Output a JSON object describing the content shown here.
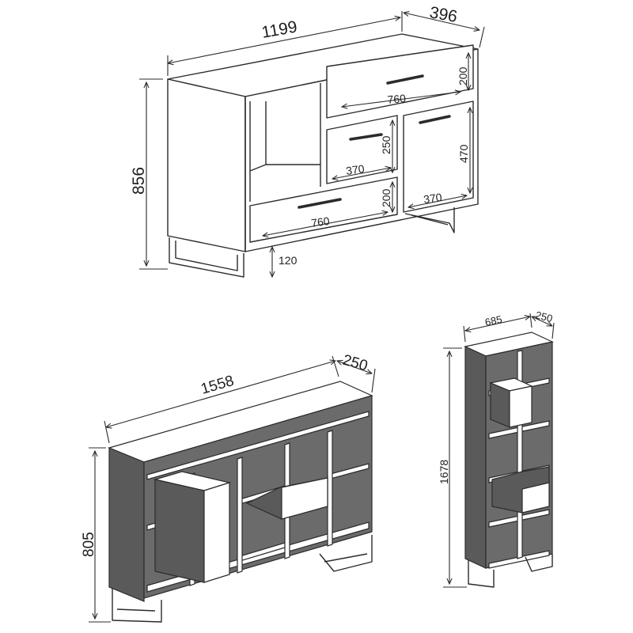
{
  "sideboard": {
    "width": "1199",
    "depth": "396",
    "height": "856",
    "top_drawer_height": "200",
    "top_drawer_width": "760",
    "small_drawer_height": "250",
    "small_drawer_width": "370",
    "door_height": "470",
    "door_width": "370",
    "bottom_drawer_height": "200",
    "bottom_drawer_width": "760",
    "leg_height": "120"
  },
  "wide_shelf": {
    "width": "1558",
    "depth": "250",
    "height": "805"
  },
  "tall_shelf": {
    "width": "685",
    "depth": "250",
    "height": "1678"
  }
}
